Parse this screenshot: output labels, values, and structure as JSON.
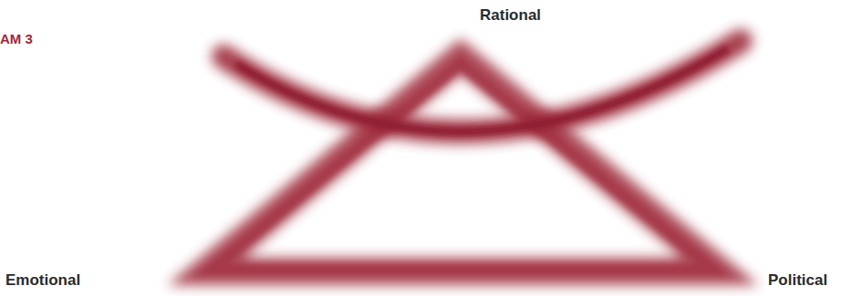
{
  "diagram": {
    "labels": [
      "AM 3",
      "Rational",
      "Emotional",
      "Political"
    ]
  }
}
